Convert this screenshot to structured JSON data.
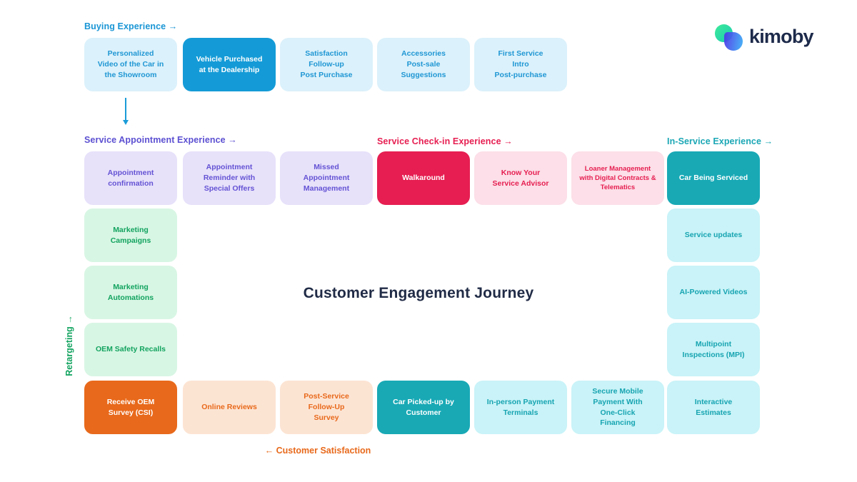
{
  "brand": {
    "wordmark": "kimoby"
  },
  "title": "Customer Engagement Journey",
  "headers": {
    "buying": "Buying Experience →",
    "service_appointment": "Service Appointment Experience →",
    "service_checkin": "Service Check-in Experience →",
    "in_service": "In-Service Experience →",
    "retargeting": "Retargeting →",
    "customer_satisfaction": "← Customer Satisfaction"
  },
  "palette": {
    "blue_solid": "#149bd7",
    "blue_light": "#dbf1fb",
    "blue_text": "#1a96d5",
    "purple_light": "#e7e1fa",
    "purple_text": "#5c50d2",
    "pink_solid": "#e61e51",
    "pink_light": "#fcdfe8",
    "teal_solid": "#18a9b5",
    "cyan_light": "#c9f3f8",
    "teal_text": "#1ba7b5",
    "green_light": "#d8f6e4",
    "green_text": "#12a35f",
    "orange_solid": "#e8691b",
    "orange_light": "#fce4d3",
    "title_color": "#202b46"
  },
  "rows": {
    "buying": [
      {
        "label": "Personalized\nVideo of the Car in\nthe Showroom",
        "variant": "blue-light"
      },
      {
        "label": "Vehicle Purchased\nat the Dealership",
        "variant": "blue-solid"
      },
      {
        "label": "Satisfaction\nFollow-up\nPost Purchase",
        "variant": "blue-light"
      },
      {
        "label": "Accessories\nPost-sale\nSuggestions",
        "variant": "blue-light"
      },
      {
        "label": "First Service\nIntro\nPost-purchase",
        "variant": "blue-light"
      }
    ],
    "service": [
      {
        "label": "Appointment\nconfirmation",
        "variant": "purple-light"
      },
      {
        "label": "Appointment\nReminder with\nSpecial Offers",
        "variant": "purple-light"
      },
      {
        "label": "Missed\nAppointment\nManagement",
        "variant": "purple-light"
      },
      {
        "label": "Walkaround",
        "variant": "pink-solid"
      },
      {
        "label": "Know Your\nService Advisor",
        "variant": "pink-light"
      },
      {
        "label": "Loaner Management\nwith Digital Contracts &\nTelematics",
        "variant": "pink-light sm"
      },
      {
        "label": "Car Being Serviced",
        "variant": "teal-solid"
      }
    ],
    "left_column": [
      {
        "label": "Marketing\nCampaigns",
        "variant": "green-light"
      },
      {
        "label": "Marketing\nAutomations",
        "variant": "green-light"
      },
      {
        "label": "OEM Safety Recalls",
        "variant": "green-light"
      }
    ],
    "right_column": [
      {
        "label": "Service updates",
        "variant": "cyan-light"
      },
      {
        "label": "AI-Powered Videos",
        "variant": "cyan-light"
      },
      {
        "label": "Multipoint\nInspections (MPI)",
        "variant": "cyan-light"
      }
    ],
    "bottom": [
      {
        "label": "Receive OEM\nSurvey (CSI)",
        "variant": "orange-solid"
      },
      {
        "label": "Online Reviews",
        "variant": "orange-light"
      },
      {
        "label": "Post-Service\nFollow-Up\nSurvey",
        "variant": "orange-light"
      },
      {
        "label": "Car Picked-up by\nCustomer",
        "variant": "teal-solid"
      },
      {
        "label": "In-person Payment\nTerminals",
        "variant": "cyan-light"
      },
      {
        "label": "Secure Mobile\nPayment With\nOne-Click\nFinancing",
        "variant": "cyan-light"
      },
      {
        "label": "Interactive\nEstimates",
        "variant": "cyan-light"
      }
    ]
  }
}
